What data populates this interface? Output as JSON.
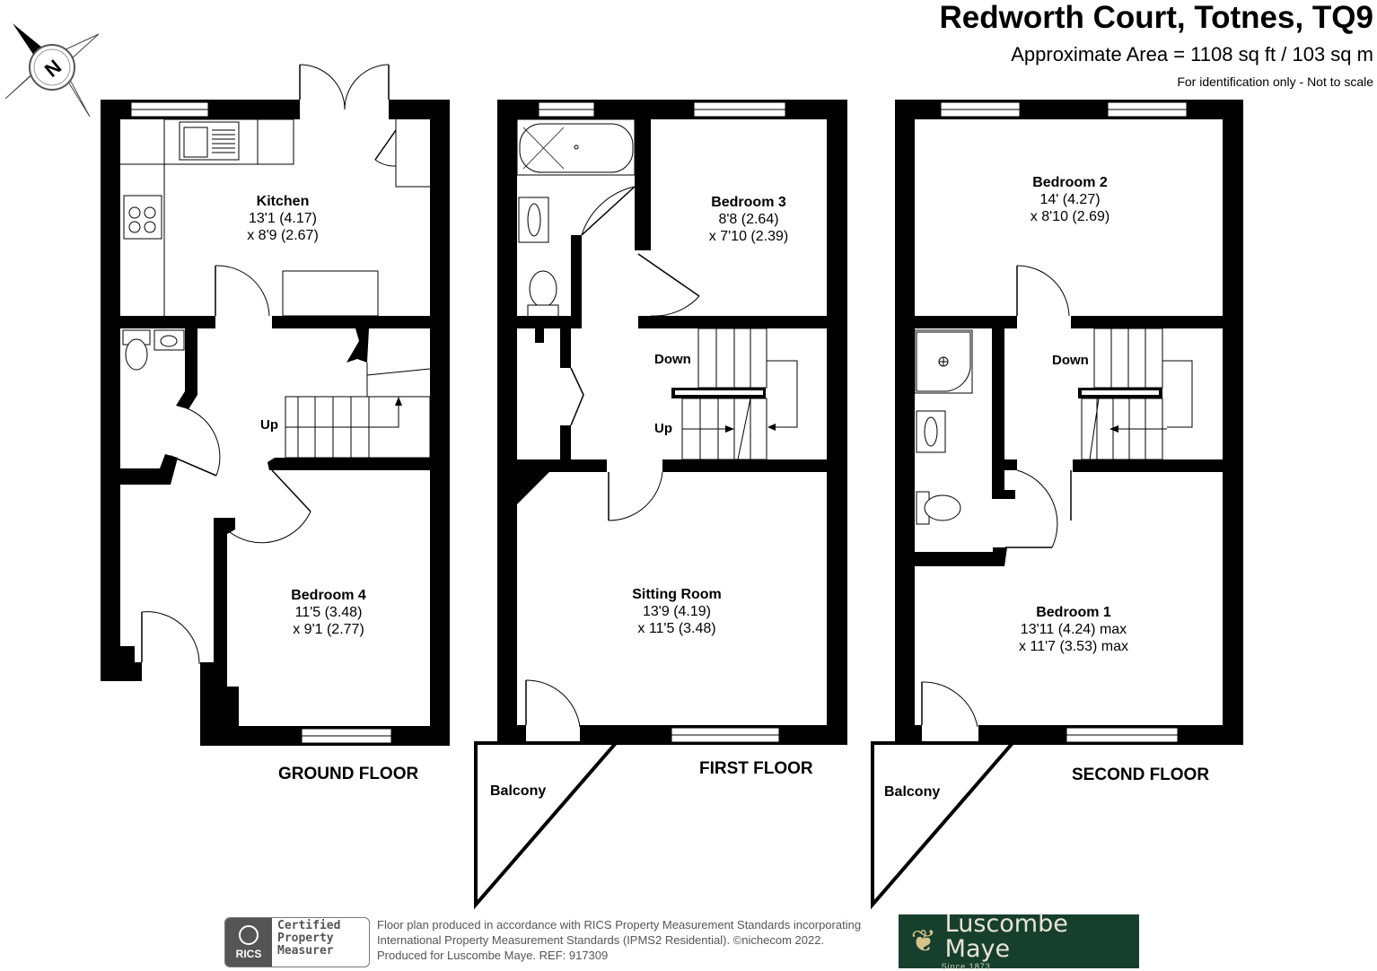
{
  "header": {
    "title": "Redworth Court, Totnes, TQ9",
    "area": "Approximate Area = 1108 sq ft / 103 sq m",
    "note": "For identification only - Not to scale"
  },
  "compass": {
    "letter": "N"
  },
  "rooms": {
    "kitchen": {
      "name": "Kitchen",
      "dim1": "13'1 (4.17)",
      "dim2": "x 8'9 (2.67)"
    },
    "bedroom4": {
      "name": "Bedroom 4",
      "dim1": "11'5 (3.48)",
      "dim2": "x 9'1 (2.77)"
    },
    "bedroom3": {
      "name": "Bedroom 3",
      "dim1": "8'8 (2.64)",
      "dim2": "x 7'10 (2.39)"
    },
    "sitting": {
      "name": "Sitting Room",
      "dim1": "13'9 (4.19)",
      "dim2": "x 11'5 (3.48)"
    },
    "bedroom2": {
      "name": "Bedroom 2",
      "dim1": "14' (4.27)",
      "dim2": "x 8'10 (2.69)"
    },
    "bedroom1": {
      "name": "Bedroom 1",
      "dim1": "13'11 (4.24) max",
      "dim2": "x 11'7 (3.53) max"
    }
  },
  "stairs": {
    "up": "Up",
    "down": "Down"
  },
  "balcony": "Balcony",
  "floors": {
    "ground": "GROUND FLOOR",
    "first": "FIRST FLOOR",
    "second": "SECOND FLOOR"
  },
  "footer": {
    "rics_badge": "RICS",
    "rics_line1": "Certified",
    "rics_line2": "Property",
    "rics_line3": "Measurer",
    "line1": "Floor plan produced in accordance with RICS Property Measurement Standards incorporating",
    "line2": "International Property Measurement Standards (IPMS2 Residential).  ©nichecom 2022.",
    "line3": "Produced for Luscombe Maye.   REF:  917309",
    "brand": "Luscombe Maye",
    "brand_since": "Since 1873"
  }
}
